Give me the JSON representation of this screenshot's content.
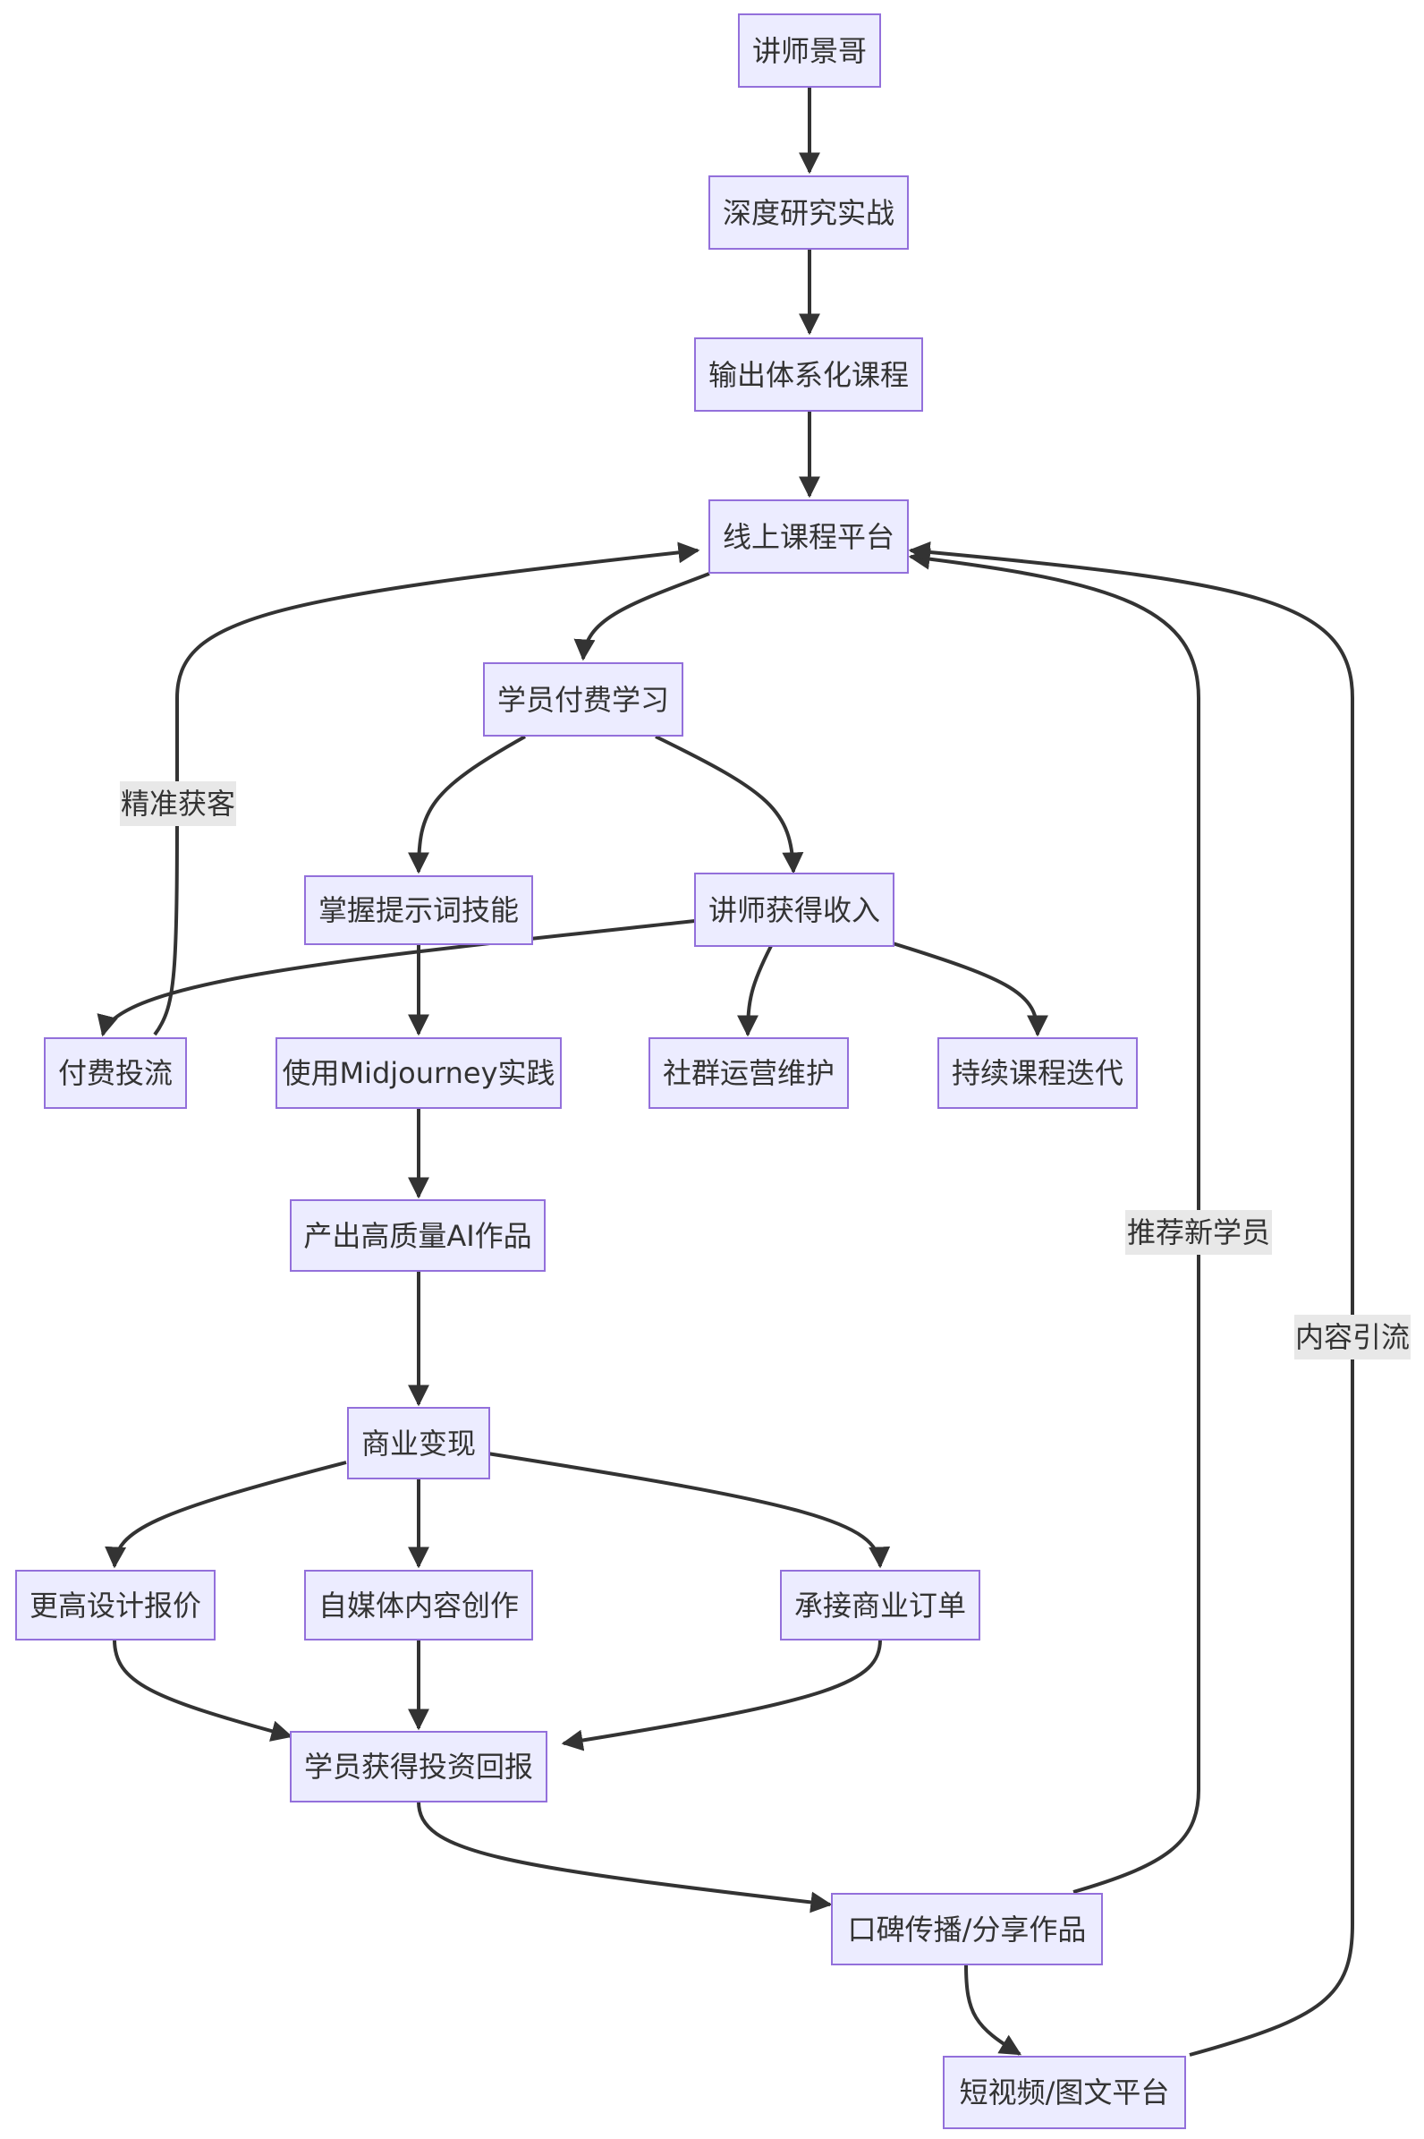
{
  "nodes": {
    "lecturer": "讲师景哥",
    "research": "深度研究实战",
    "course_output": "输出体系化课程",
    "online_platform": "线上课程平台",
    "student_pay": "学员付费学习",
    "master_prompt": "掌握提示词技能",
    "lecturer_income": "讲师获得收入",
    "paid_ads": "付费投流",
    "mj_practice": "使用Midjourney实践",
    "community_ops": "社群运营维护",
    "course_iterate": "持续课程迭代",
    "ai_works": "产出高质量AI作品",
    "monetize": "商业变现",
    "higher_quote": "更高设计报价",
    "self_media": "自媒体内容创作",
    "business_orders": "承接商业订单",
    "student_roi": "学员获得投资回报",
    "word_of_mouth": "口碑传播/分享作品",
    "short_video": "短视频/图文平台"
  },
  "edge_labels": {
    "precise_acquisition": "精准获客",
    "recommend_students": "推荐新学员",
    "content_traffic": "内容引流"
  },
  "colors": {
    "node_fill": "#ECECFF",
    "node_stroke": "#9370DB",
    "edge": "#333333",
    "label_bg": "#e8e8e8"
  }
}
